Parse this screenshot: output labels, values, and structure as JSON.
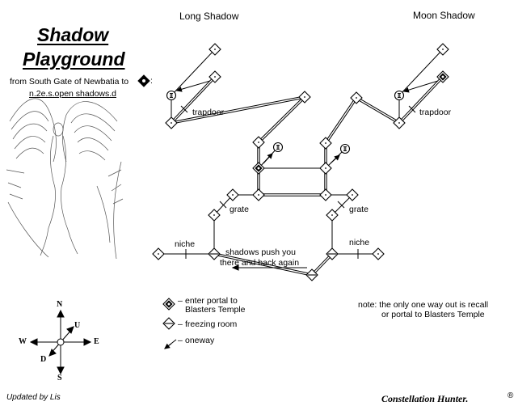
{
  "header": {
    "title_line1": "Shadow",
    "title_line2": "Playground",
    "from_text": "from South Gate of Newbatia to",
    "from_suffix": ":",
    "path_text": "n.2e.s.open shadows.d"
  },
  "regions": {
    "long_shadow": "Long Shadow",
    "moon_shadow": "Moon Shadow"
  },
  "labels": {
    "trapdoor_left": "trapdoor",
    "trapdoor_right": "trapdoor",
    "grate_left": "grate",
    "grate_right": "grate",
    "niche_left": "niche",
    "niche_right": "niche",
    "push_line1": "shadows push you",
    "push_line2": "there and back again"
  },
  "legend": {
    "portal_line1": "enter portal to",
    "portal_line2": "Blasters Temple",
    "freezing": "freezing room",
    "oneway": "oneway",
    "dash": "–"
  },
  "note": {
    "line1": "note: the only one way out is recall",
    "line2": "or portal to Blasters Temple"
  },
  "compass": {
    "n": "N",
    "s": "S",
    "e": "E",
    "w": "W",
    "u": "U",
    "d": "D"
  },
  "footer": {
    "updated": "Updated by Lis",
    "brand": "Constellation Hunter.",
    "mark": "®"
  },
  "colors": {
    "ink": "#000000",
    "paper": "#ffffff",
    "sketch": "#555555"
  },
  "icons": {
    "room": "diamond-room-icon",
    "portal": "filled-diamond-portal-icon",
    "freezing": "split-diamond-freezing-icon",
    "up": "up-marker-icon",
    "oneway": "arrow-oneway-icon",
    "illustration": "winged-figure-sketch"
  }
}
